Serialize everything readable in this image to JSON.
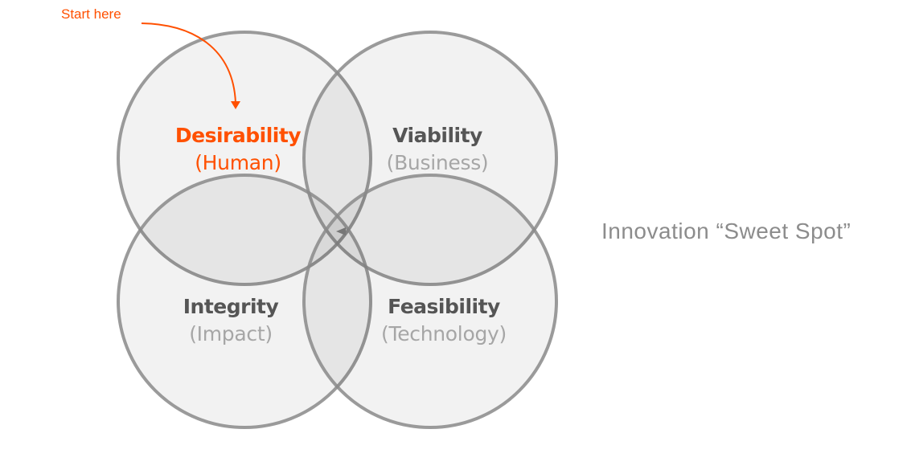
{
  "annotation": {
    "start_label": "Start here",
    "sweet_spot_label": "Innovation “Sweet Spot”"
  },
  "circles": [
    {
      "title": "Desirability",
      "subtitle": "(Human)"
    },
    {
      "title": "Viability",
      "subtitle": "(Business)"
    },
    {
      "title": "Integrity",
      "subtitle": "(Impact)"
    },
    {
      "title": "Feasibility",
      "subtitle": "(Technology)"
    }
  ],
  "colors": {
    "accent": "#ff5000",
    "stroke": "#8a8a8a",
    "title": "#555555",
    "subtitle": "#a6a6a6"
  }
}
